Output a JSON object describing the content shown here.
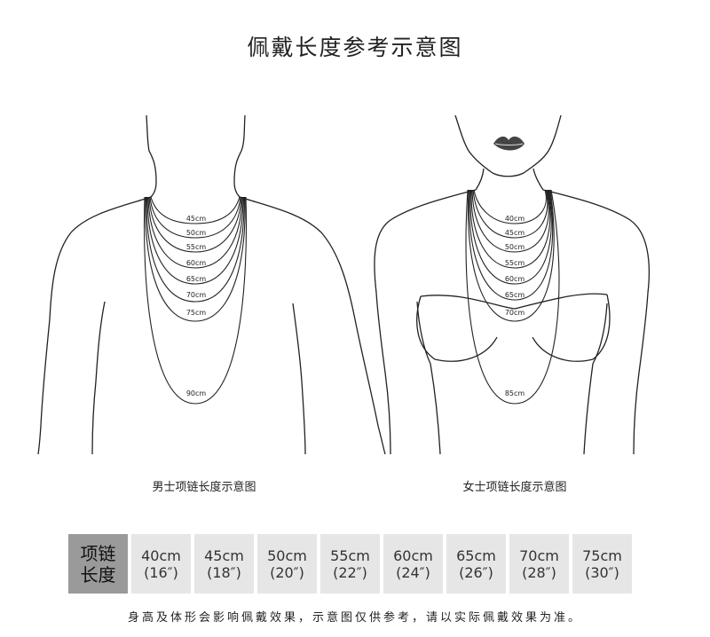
{
  "title": "佩戴长度参考示意图",
  "male_figure": {
    "caption": "男士项链长度示意图",
    "chain_labels": [
      "45cm",
      "50cm",
      "55cm",
      "60cm",
      "65cm",
      "70cm",
      "75cm",
      "90cm"
    ]
  },
  "female_figure": {
    "caption": "女士项链长度示意图",
    "chain_labels": [
      "40cm",
      "45cm",
      "50cm",
      "55cm",
      "60cm",
      "65cm",
      "70cm",
      "85cm"
    ]
  },
  "length_table": {
    "header_line1": "项链",
    "header_line2": "长度",
    "cells": [
      {
        "cm": "40cm",
        "inch": "(16″)"
      },
      {
        "cm": "45cm",
        "inch": "(18″)"
      },
      {
        "cm": "50cm",
        "inch": "(20″)"
      },
      {
        "cm": "55cm",
        "inch": "(22″)"
      },
      {
        "cm": "60cm",
        "inch": "(24″)"
      },
      {
        "cm": "65cm",
        "inch": "(26″)"
      },
      {
        "cm": "70cm",
        "inch": "(28″)"
      },
      {
        "cm": "75cm",
        "inch": "(30″)"
      }
    ]
  },
  "note": "身高及体形会影响佩戴效果，示意图仅供参考，请以实际佩戴效果为准。",
  "colors": {
    "header_bg": "#9a9a9a",
    "cell_bg": "#e6e6e6",
    "line": "#222222"
  }
}
